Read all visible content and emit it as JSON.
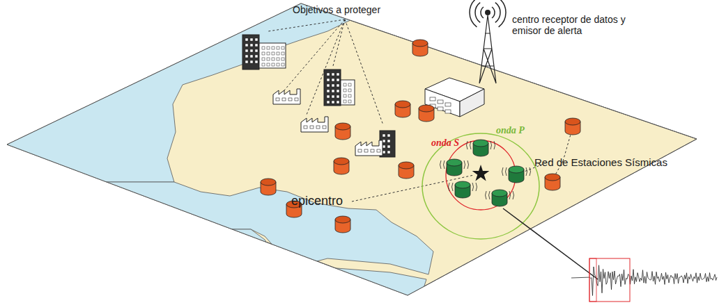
{
  "diagram": {
    "labels": [
      "Objetivos a proteger",
      "centro receptor de datos y emisor de alerta",
      "onda S",
      "onda P",
      "Red de Estaciones Sísmicas",
      "epicentro"
    ]
  }
}
